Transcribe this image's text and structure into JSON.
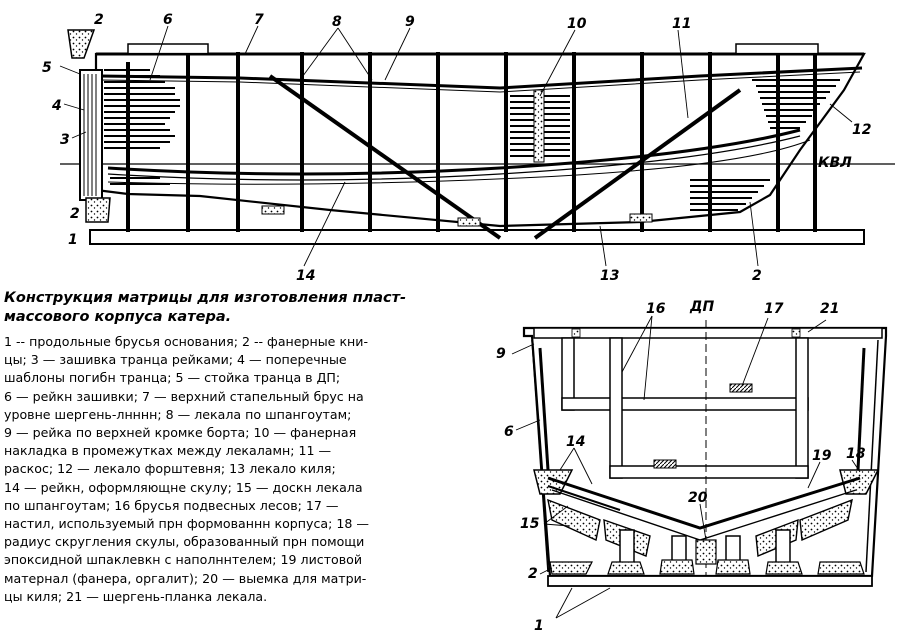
{
  "labels": {
    "top": [
      "2",
      "6",
      "7",
      "8",
      "9",
      "10",
      "11",
      "5",
      "4",
      "3",
      "12",
      "КВЛ",
      "2",
      "1",
      "14",
      "13",
      "2"
    ],
    "section": [
      "16",
      "ДП",
      "17",
      "21",
      "9",
      "6",
      "14",
      "18",
      "19",
      "15",
      "20",
      "2",
      "1"
    ]
  },
  "caption": {
    "title_lines": [
      "Конструкция матрицы для изготовления пласт-",
      "массового корпуса катера."
    ],
    "body_lines": [
      "1 -- продольные брусья основания; 2 -- фанерные кни-",
      "цы; 3 — зашивка транца рейками; 4 — поперечные",
      "шаблоны погибн транца; 5 — стойка транца в ДП;",
      "6 — рейкн зашивки; 7 — верхний стапельный брус на",
      "уровне шергень-лнннн; 8 — лекала по шпангоутам;",
      "9 — рейка по верхней кромке борта; 10 — фанерная",
      "накладка в промежутках между лекаламн; 11 —",
      "раскос; 12 — лекало форштевня; 13  лекало киля;",
      "14 — рейкн, оформляющне скулу; 15 — доскн лекала",
      "по шпангоутам; 16  брусья подвесных лесов; 17 —",
      "настил, используемый прн формованнн корпуса; 18 —",
      "радиус скругления скулы, образованный прн помощи",
      "эпоксидной шпаклевкн с наполннтелем; 19  листовой",
      "матернал (фанера, оргалит); 20 — выемка для матри-",
      "цы киля; 21 — шергень-планка лекала."
    ]
  }
}
